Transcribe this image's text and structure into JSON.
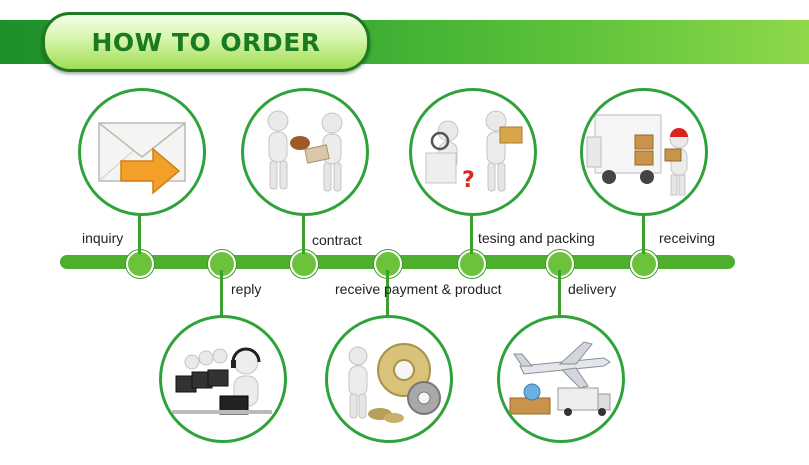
{
  "title": "HOW TO ORDER",
  "steps": [
    {
      "label": "inquiry",
      "icon": "envelope-arrow-icon"
    },
    {
      "label": "reply",
      "icon": "call-center-icon"
    },
    {
      "label": "contract",
      "icon": "handshake-contract-icon"
    },
    {
      "label": "receive payment & product",
      "icon": "payment-gears-icon"
    },
    {
      "label": "tesing and packing",
      "icon": "testing-packing-icon"
    },
    {
      "label": "delivery",
      "icon": "airplane-truck-icon"
    },
    {
      "label": "receiving",
      "icon": "truck-unloading-icon"
    }
  ],
  "colors": {
    "brand_green": "#2fa33a",
    "node_green": "#6cc23a",
    "title_green": "#1a7a22"
  }
}
